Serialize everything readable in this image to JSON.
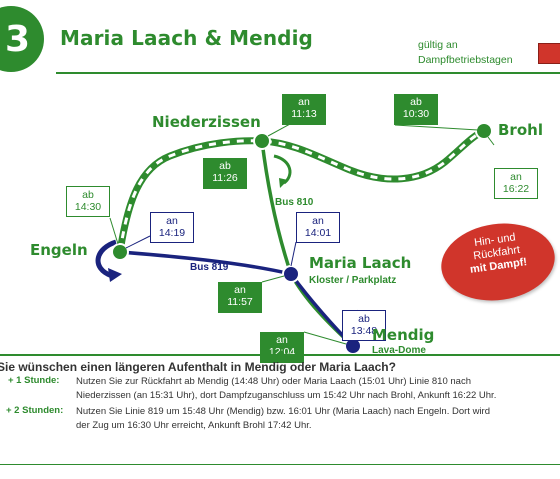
{
  "header": {
    "number": "3",
    "title": "Maria Laach & Mendig",
    "validity_line1": "gültig an",
    "validity_line2": "Dampfbetriebstagen",
    "validity_color": "#d0352b"
  },
  "colors": {
    "rail_green": "#2e8b2e",
    "bus_blue": "#1a237e",
    "accent_red": "#d0352b"
  },
  "stations": {
    "brohl": "Brohl",
    "niederzissen": "Niederzissen",
    "engeln": "Engeln",
    "maria_laach": "Maria Laach",
    "maria_laach_sub": "Kloster / Parkplatz",
    "mendig": "Mendig",
    "mendig_sub": "Lava-Dome"
  },
  "times": {
    "brohl_ab": {
      "label": "ab",
      "time": "10:30"
    },
    "brohl_an": {
      "label": "an",
      "time": "16:22"
    },
    "niederzissen_an": {
      "label": "an",
      "time": "11:13"
    },
    "niederzissen_ab": {
      "label": "ab",
      "time": "11:26"
    },
    "engeln_ab": {
      "label": "ab",
      "time": "14:30"
    },
    "engeln_an": {
      "label": "an",
      "time": "14:19"
    },
    "maria_laach_an_bus": {
      "label": "an",
      "time": "14:01"
    },
    "maria_laach_an": {
      "label": "an",
      "time": "11:57"
    },
    "mendig_ab_bus": {
      "label": "ab",
      "time": "13:48"
    },
    "mendig_an": {
      "label": "an",
      "time": "12:04"
    }
  },
  "bus_lines": {
    "bus_810": "Bus 810",
    "bus_819": "Bus 819"
  },
  "promo": {
    "line1": "Hin- und",
    "line2": "Rückfahrt",
    "line3": "mit Dampf!"
  },
  "footer": {
    "question": "Sie wünschen einen längeren Aufenthalt in Mendig oder Maria Laach?",
    "options": [
      {
        "label": "+ 1 Stunde:",
        "line1": "Nutzen Sie zur Rückfahrt ab Mendig (14:48 Uhr) oder Maria Laach (15:01 Uhr) Linie 810 nach",
        "line2": "Niederzissen (an 15:31 Uhr), dort Dampfzuganschluss um 15:42 Uhr nach Brohl, Ankunft 16:22 Uhr."
      },
      {
        "label": "+ 2 Stunden:",
        "line1": "Nutzen Sie Linie 819 um 15:48 Uhr (Mendig) bzw. 16:01 Uhr (Maria Laach) nach Engeln. Dort wird",
        "line2": "der Zug um 16:30 Uhr erreicht, Ankunft Brohl 17:42 Uhr."
      }
    ]
  }
}
